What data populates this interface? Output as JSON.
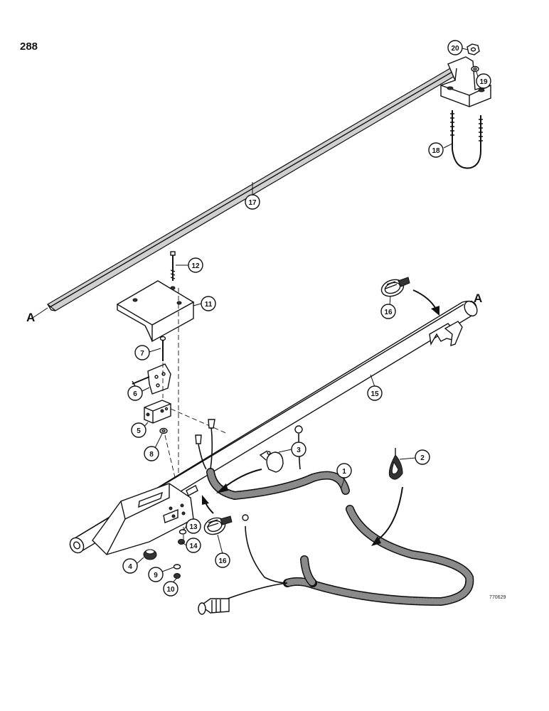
{
  "page_number": "288",
  "figure_code": "770629",
  "section_labels": {
    "left": "A",
    "right": "A"
  },
  "callouts": [
    {
      "n": "1"
    },
    {
      "n": "2"
    },
    {
      "n": "3"
    },
    {
      "n": "4"
    },
    {
      "n": "5"
    },
    {
      "n": "6"
    },
    {
      "n": "7"
    },
    {
      "n": "8"
    },
    {
      "n": "9"
    },
    {
      "n": "10"
    },
    {
      "n": "11"
    },
    {
      "n": "12"
    },
    {
      "n": "13"
    },
    {
      "n": "14"
    },
    {
      "n": "15"
    },
    {
      "n": "16"
    },
    {
      "n": "16"
    },
    {
      "n": "17"
    },
    {
      "n": "18"
    },
    {
      "n": "19"
    },
    {
      "n": "20"
    }
  ]
}
